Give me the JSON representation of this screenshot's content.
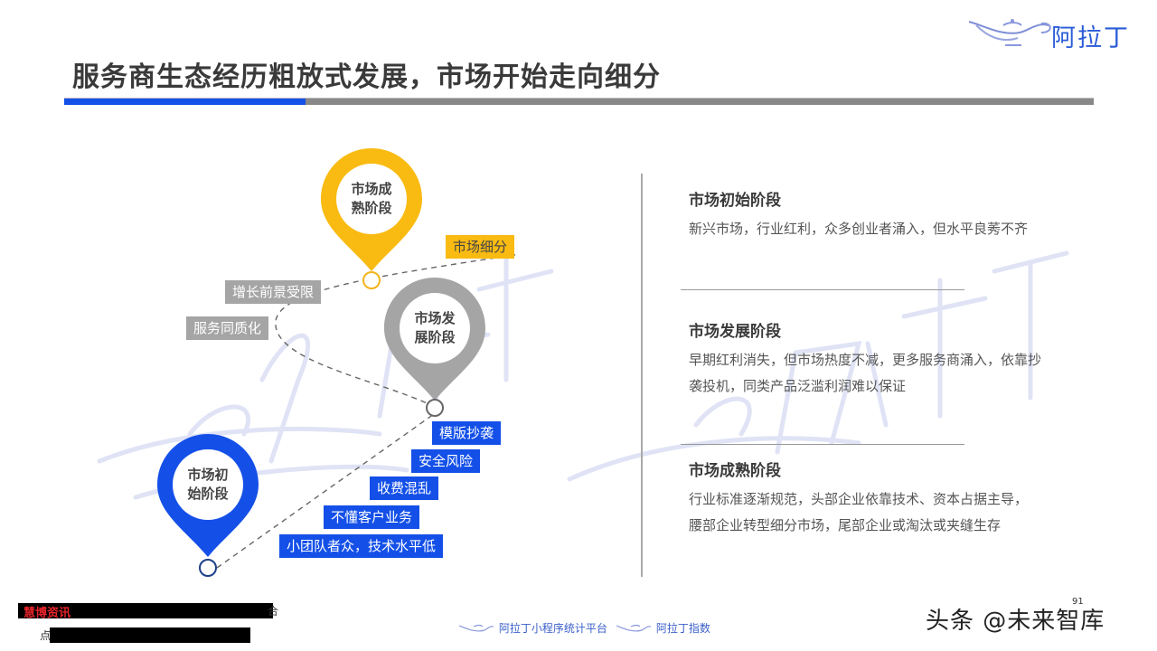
{
  "header": {
    "title": "服务商生态经历粗放式发展，市场开始走向细分",
    "logo_text": "阿拉丁",
    "accent_color": "#1450e8",
    "bar_color": "#888888"
  },
  "diagram": {
    "pins": [
      {
        "id": "mature",
        "label_line1": "市场成",
        "label_line2": "熟阶段",
        "color": "#f9bb12"
      },
      {
        "id": "develop",
        "label_line1": "市场发",
        "label_line2": "展阶段",
        "color": "#a5a5a5"
      },
      {
        "id": "initial",
        "label_line1": "市场初",
        "label_line2": "始阶段",
        "color": "#1450e8"
      }
    ],
    "mature_tags": [
      "市场细分"
    ],
    "develop_tags": [
      "增长前景受限",
      "服务同质化"
    ],
    "initial_tags": [
      "模版抄袭",
      "安全风险",
      "收费混乱",
      "不懂客户业务",
      "小团队者众，技术水平低"
    ]
  },
  "stages": [
    {
      "title": "市场初始阶段",
      "description": "新兴市场，行业红利，众多创业者涌入，但水平良莠不齐"
    },
    {
      "title": "市场发展阶段",
      "description": "早期红利消失，但市场热度不减，更多服务商涌入，依靠抄袭投机，同类产品泛滥利润难以保证"
    },
    {
      "title": "市场成熟阶段",
      "description": "行业标准逐渐规范，头部企业依靠技术、资本占据主导，腰部企业转型细分市场，尾部企业或淘汰或夹缝生存"
    }
  ],
  "footer": {
    "left_red_text": "慧博资讯",
    "left_tail_char": "合",
    "left_line2_char": "点",
    "logo1_text": "阿拉丁小程序统计平台",
    "logo2_text": "阿拉丁指数",
    "credit": "头条 @未来智库",
    "page_number": "91"
  }
}
